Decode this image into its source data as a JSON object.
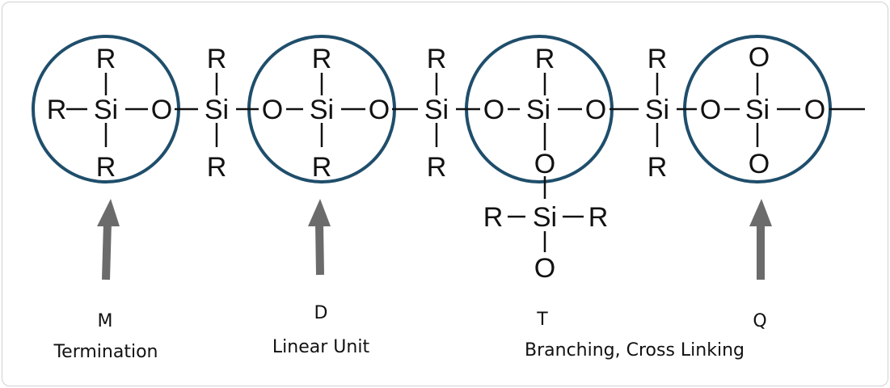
{
  "colors": {
    "ring": "#1f4e6b",
    "arrow": "#6b6b6b",
    "text": "#111111"
  },
  "atoms": {
    "silicon": "Si",
    "oxygen": "O",
    "group": "R"
  },
  "labels": {
    "m": {
      "letter": "M",
      "name": "Termination"
    },
    "d": {
      "letter": "D",
      "name": "Linear Unit"
    },
    "t": {
      "letter": "T",
      "name": "Branching,  Cross Linking"
    },
    "q": {
      "letter": "Q",
      "name": ""
    }
  }
}
